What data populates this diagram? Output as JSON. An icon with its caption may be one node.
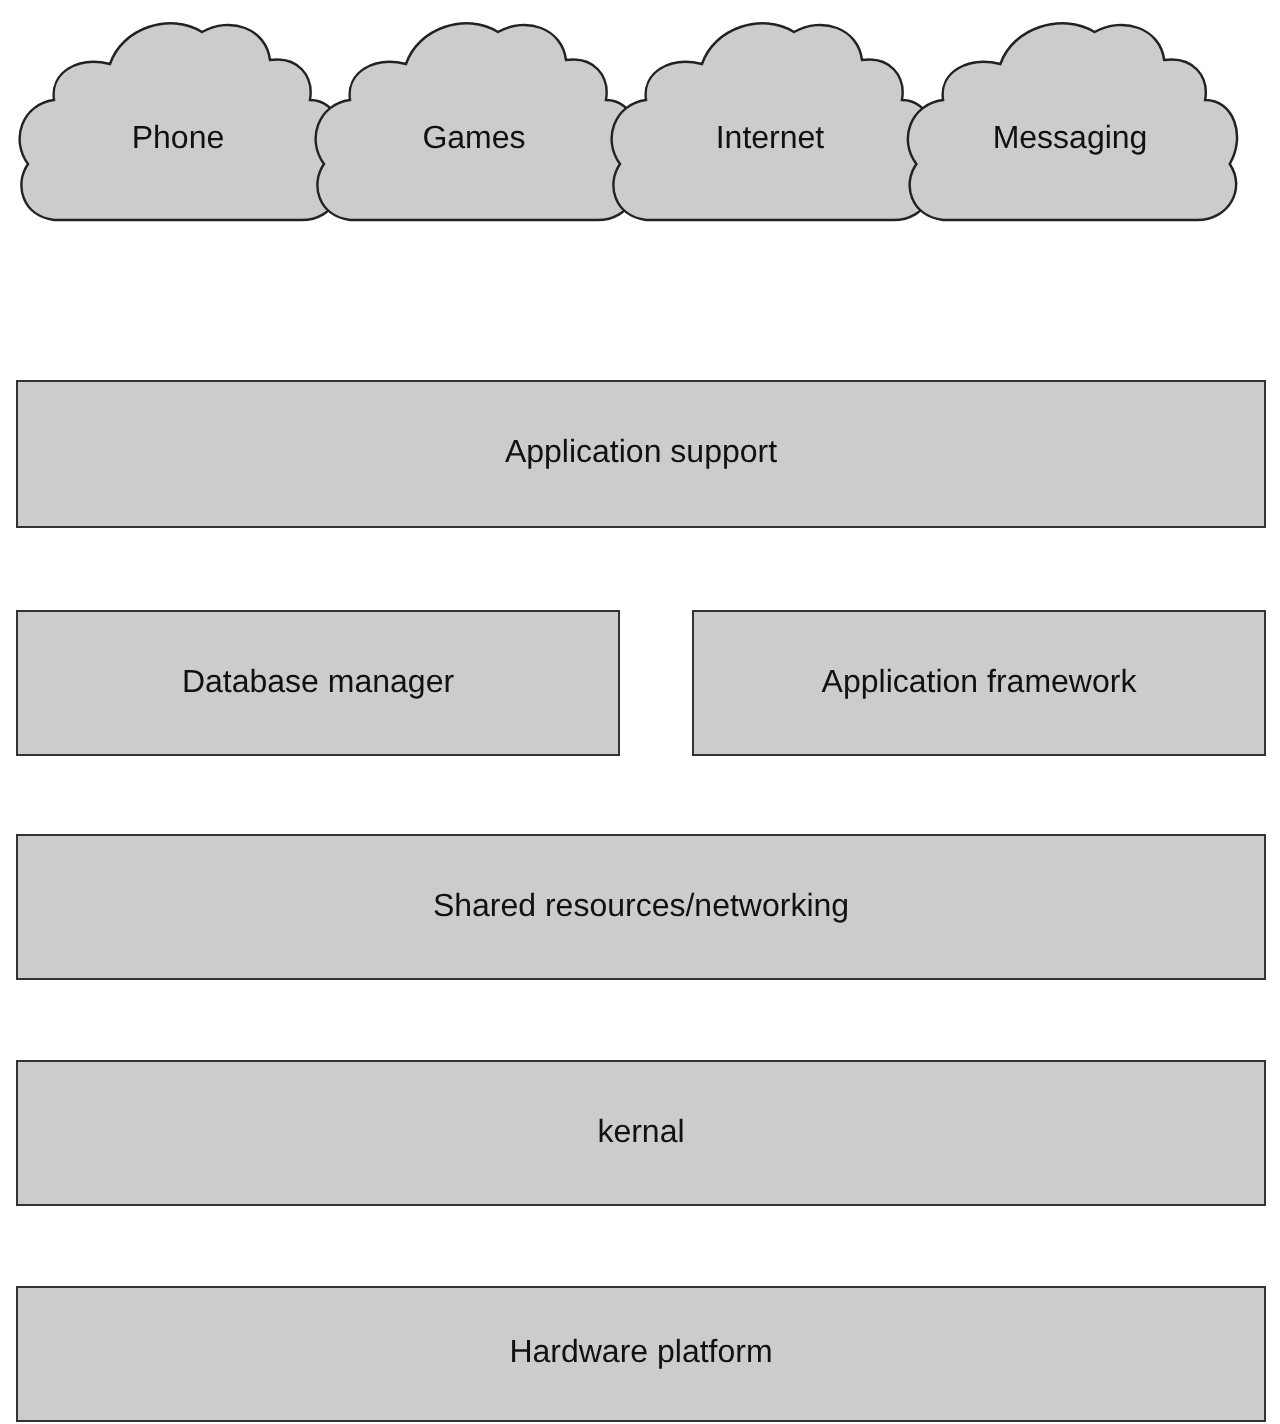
{
  "diagram": {
    "nodes": [
      {
        "text": [
          "Phone"
        ]
      },
      {
        "text": [
          "Games"
        ]
      },
      {
        "text": [
          "Internet"
        ]
      },
      {
        "text": [
          "Messaging"
        ]
      },
      {
        "text": [
          "Application support"
        ]
      },
      {
        "text": [
          "Database manager"
        ]
      },
      {
        "text": [
          "Application framework"
        ]
      },
      {
        "text": [
          "Shared resources/networking"
        ]
      },
      {
        "text": [
          "kernal"
        ]
      },
      {
        "text": [
          "Hardware platform"
        ]
      }
    ]
  }
}
